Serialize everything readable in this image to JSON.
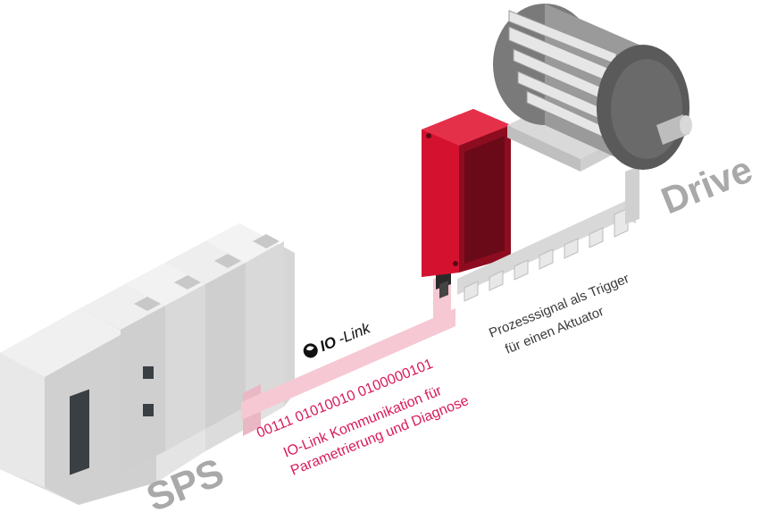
{
  "labels": {
    "sps": "SPS",
    "drive": "Drive",
    "binary": "00111 01010010 0100000101",
    "io_link_caption_line1": "IO-Link Kommunikation für",
    "io_link_caption_line2": "Parametrierung und Diagnose",
    "process_line1": "Prozesssignal als Trigger",
    "process_line2": "für einen Aktuator"
  },
  "logo": {
    "text_io": "IO",
    "text_link": "-Link"
  },
  "colors": {
    "sensor_red": "#d4122f",
    "sensor_dark": "#8e0c20",
    "io_link_pink": "#d81b5a",
    "io_link_band": "#f6c8d3",
    "plc_light": "#e6e6e6",
    "plc_mid": "#d4d4d4",
    "plc_dark": "#c2c2c2",
    "label_grey": "#a9a9a9",
    "motor_dark": "#5a5a5a"
  }
}
